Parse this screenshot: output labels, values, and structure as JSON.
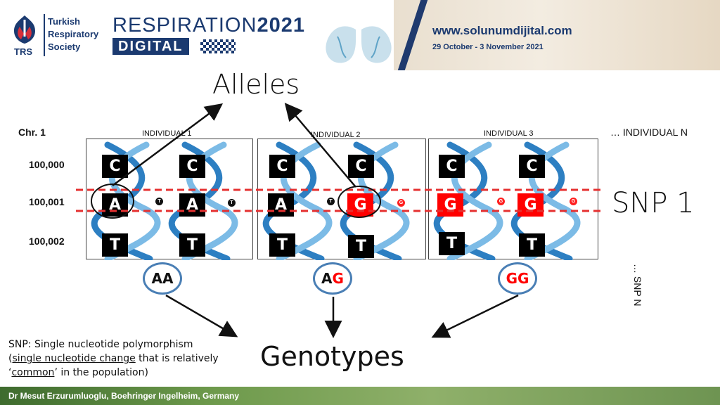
{
  "header": {
    "org_name": "Turkish Respiratory Society",
    "org_abbr": "TRS",
    "conference_title_light": "RESPIRATION",
    "conference_title_bold": "2021",
    "conference_digital": "DIGITAL",
    "website": "www.solunumdijital.com",
    "dates": "29 October - 3 November 2021"
  },
  "slide": {
    "alleles_title": "Alleles",
    "genotypes_title": "Genotypes",
    "chromosome_label": "Chr. 1",
    "positions": [
      "100,000",
      "100,001",
      "100,002"
    ],
    "individuals": [
      "INDIVIDUAL 1",
      "INDIVIDUAL 2",
      "INDIVIDUAL 3"
    ],
    "individual_n": "… INDIVIDUAL N",
    "snp_label": "SNP 1",
    "snp_n_label": "… SNP N",
    "panels": [
      {
        "strands": [
          {
            "top": "C",
            "mid": "A",
            "bot": "T"
          },
          {
            "top": "C",
            "mid": "A",
            "bot": "T"
          }
        ],
        "dots": [
          "T",
          "T"
        ]
      },
      {
        "strands": [
          {
            "top": "C",
            "mid": "A",
            "bot": "T"
          },
          {
            "top": "C",
            "mid": "G",
            "bot": "T"
          }
        ],
        "dots": [
          "T",
          "G"
        ]
      },
      {
        "strands": [
          {
            "top": "C",
            "mid": "G",
            "bot": "T"
          },
          {
            "top": "C",
            "mid": "G",
            "bot": "T"
          }
        ],
        "dots": [
          "G",
          "G"
        ]
      }
    ],
    "genotypes": [
      {
        "first": "A",
        "second": "A"
      },
      {
        "first": "A",
        "second": "G"
      },
      {
        "first": "G",
        "second": "G"
      }
    ],
    "definition": {
      "lead": "SNP: Single nucleotide polymorphism",
      "open_paren": "(",
      "term_1": "single nucleotide change",
      "mid": " that is relatively ‘",
      "term_2": "common",
      "tail": "’ in the population)"
    }
  },
  "footer": {
    "author": "Dr Mesut Erzurumluoglu, Boehringer Ingelheim, Germany"
  },
  "colors": {
    "brand_navy": "#1b3a70",
    "alt_allele": "#ff0000",
    "helix_blue": "#3a8fd0",
    "genotype_ring": "#4a7fb5"
  }
}
